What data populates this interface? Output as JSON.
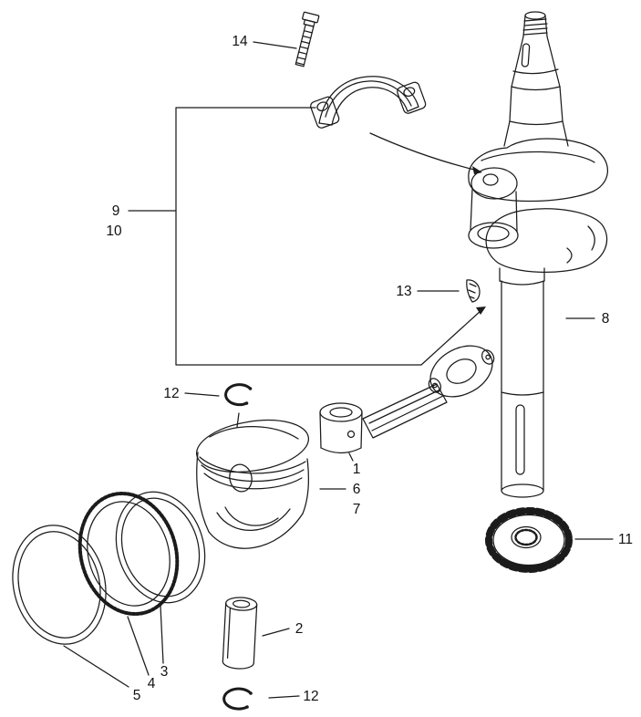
{
  "colors": {
    "background": "#ffffff",
    "line": "#1b1b1b",
    "text": "#111111"
  },
  "diagram": {
    "kind": "exploded-parts-diagram",
    "callouts": {
      "c1": "1",
      "c2": "2",
      "c3": "3",
      "c4": "4",
      "c5": "5",
      "c6": "6",
      "c7": "7",
      "c8": "8",
      "c9": "9",
      "c10": "10",
      "c11": "11",
      "c12_top": "12",
      "c12_bottom": "12",
      "c13": "13",
      "c14": "14"
    }
  }
}
